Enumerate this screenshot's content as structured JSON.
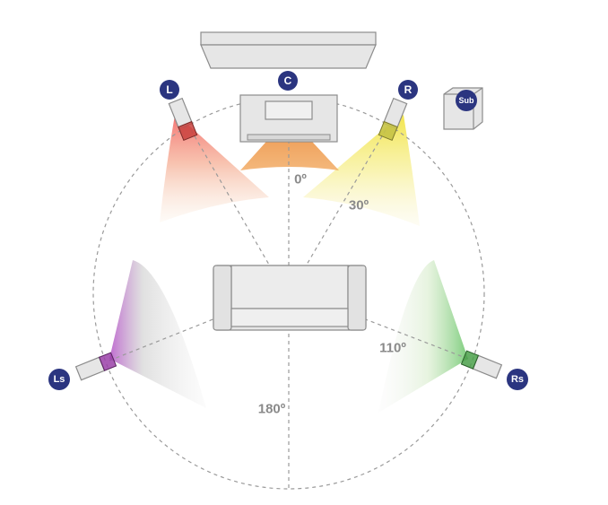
{
  "diagram": {
    "colors": {
      "badge": "#2b3580",
      "guide_line": "#9a9a9a",
      "furniture_fill": "#e6e6e6",
      "furniture_stroke": "#8c8c8c",
      "front_left_lobe": "#f25a5a",
      "center_lobe": "#f07a1e",
      "front_right_lobe": "#f5e44a",
      "surround_left_lobe": "#b450c8",
      "surround_right_lobe": "#5cc05c"
    },
    "speakers": {
      "left": "L",
      "center": "C",
      "right": "R",
      "subwoofer": "Sub",
      "left_surround": "Ls",
      "right_surround": "Rs"
    },
    "angles": {
      "center": "0º",
      "front": "30º",
      "surround": "110º",
      "rear": "180º"
    }
  }
}
